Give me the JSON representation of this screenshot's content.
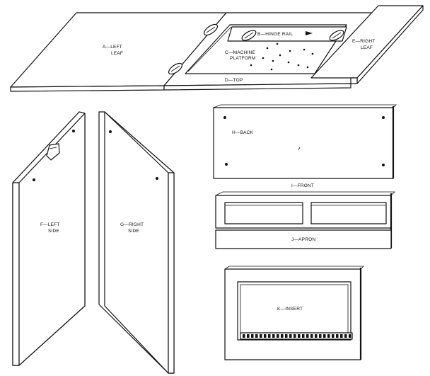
{
  "labels": {
    "a_line1": "A—LEFT",
    "a_line2": "LEAF",
    "b": "B—HINGE RAIL",
    "c_line1": "C—MACHINE",
    "c_line2": "PLATFORM",
    "d": "D—TOP",
    "e_line1": "E—RIGHT",
    "e_line2": "LEAF",
    "f_line1": "F—LEFT",
    "f_line2": "SIDE",
    "g_line1": "G—RIGHT",
    "g_line2": "SIDE",
    "h": "H—BACK",
    "i": "I—FRONT",
    "j": "J—APRON",
    "k": "K—INSERT"
  }
}
